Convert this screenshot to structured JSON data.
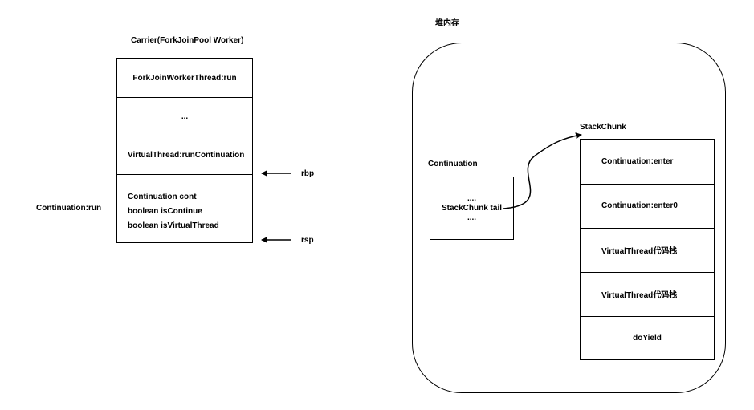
{
  "carrier": {
    "title": "Carrier(ForkJoinPool Worker)",
    "frames": [
      "ForkJoinWorkerThread:run",
      "...",
      "VirtualThread:runContinuation"
    ],
    "continuation_frame": {
      "side_label": "Continuation:run",
      "lines": [
        "Continuation cont",
        "boolean isContinue",
        "boolean isVirtualThread"
      ]
    },
    "rbp_label": "rbp",
    "rsp_label": "rsp"
  },
  "heap": {
    "title": "堆内存",
    "continuation": {
      "label": "Continuation",
      "lines": [
        "....",
        "StackChunk tail",
        "...."
      ]
    },
    "stackchunk": {
      "label": "StackChunk",
      "frames": [
        "Continuation:enter",
        "Continuation:enter0",
        "VirtualThread代码栈",
        "VirtualThread代码栈",
        "doYield"
      ]
    }
  }
}
